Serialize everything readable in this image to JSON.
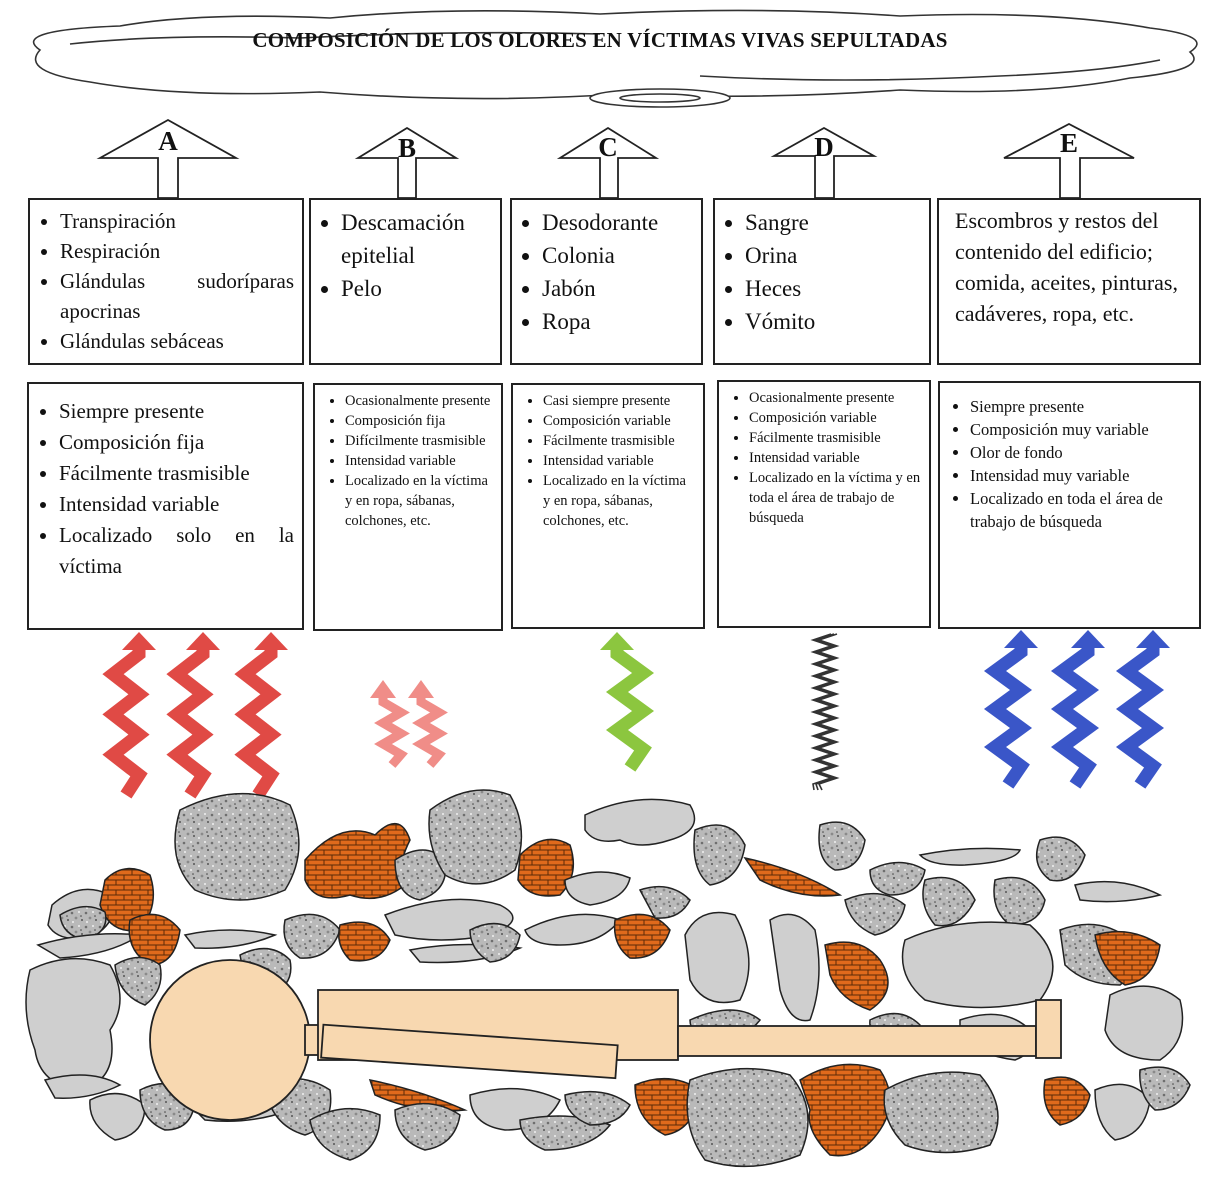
{
  "title": "COMPOSICIÓN DE LOS OLORES EN VÍCTIMAS VIVAS SEPULTADAS",
  "columns": [
    {
      "letter": "A",
      "components": [
        "Transpiración",
        "Respiración",
        "Glándulas sudoríparas apocrinas",
        "Glándulas sebáceas"
      ],
      "characteristics": [
        "Siempre presente",
        "Composición fija",
        "Fácilmente trasmisible",
        "Intensidad variable",
        "Localizado solo en la víctima"
      ],
      "odor_color": "#e04a45"
    },
    {
      "letter": "B",
      "components": [
        "Descamación epitelial",
        "Pelo"
      ],
      "characteristics": [
        "Ocasionalmente presente",
        "Composición fija",
        "Difícilmente trasmisible",
        "Intensidad variable",
        "Localizado en la víctima  y en ropa, sábanas, colchones, etc."
      ],
      "odor_color": "#f08d88"
    },
    {
      "letter": "C",
      "components": [
        "Desodorante",
        "Colonia",
        "Jabón",
        "Ropa"
      ],
      "characteristics": [
        "Casi siempre presente",
        "Composición variable",
        "Fácilmente trasmisible",
        "Intensidad variable",
        " Localizado en la víctima  y en ropa, sábanas, colchones, etc."
      ],
      "odor_color": "#8cc63f"
    },
    {
      "letter": "D",
      "components": [
        "Sangre",
        "Orina",
        "Heces",
        "Vómito"
      ],
      "characteristics": [
        "Ocasionalmente presente",
        "Composición variable",
        "Fácilmente trasmisible",
        "Intensidad variable",
        "Localizado en la víctima  y en toda el área de trabajo de búsqueda"
      ],
      "odor_color": "#333333"
    },
    {
      "letter": "E",
      "components_text": "Escombros y restos del contenido del edificio; comida, aceites, pinturas, cadáveres, ropa, etc.",
      "characteristics": [
        "Siempre presente",
        "Composición muy variable",
        "Olor de fondo",
        "Intensidad muy variable",
        "Localizado en toda el área de trabajo de búsqueda"
      ],
      "odor_color": "#3a56c8"
    }
  ],
  "colors": {
    "victim": "#f8d8b0",
    "brick": "#e06a1c",
    "rubble_gray": "#cfcfcf",
    "stone": "#b8b8b8"
  }
}
